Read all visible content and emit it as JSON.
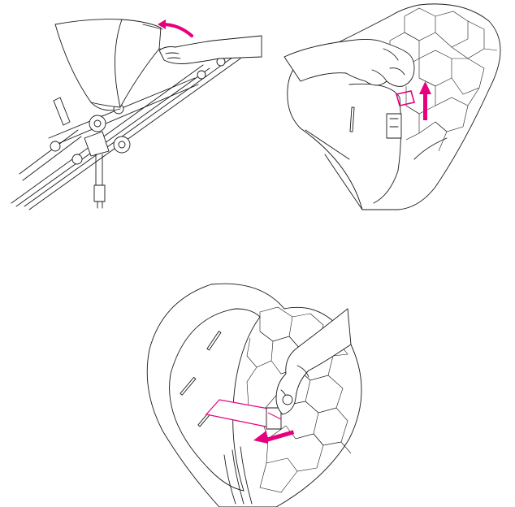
{
  "colors": {
    "line": "#1a1a1a",
    "accent": "#e6007e",
    "background": "#ffffff"
  },
  "steps": [
    {
      "id": "step-1",
      "arrow": "curved-arrow-icon",
      "direction": "up-left"
    },
    {
      "id": "step-2",
      "arrow": "up-arrow-icon",
      "direction": "up"
    },
    {
      "id": "step-3",
      "arrow": "left-arrow-icon",
      "direction": "left"
    }
  ]
}
